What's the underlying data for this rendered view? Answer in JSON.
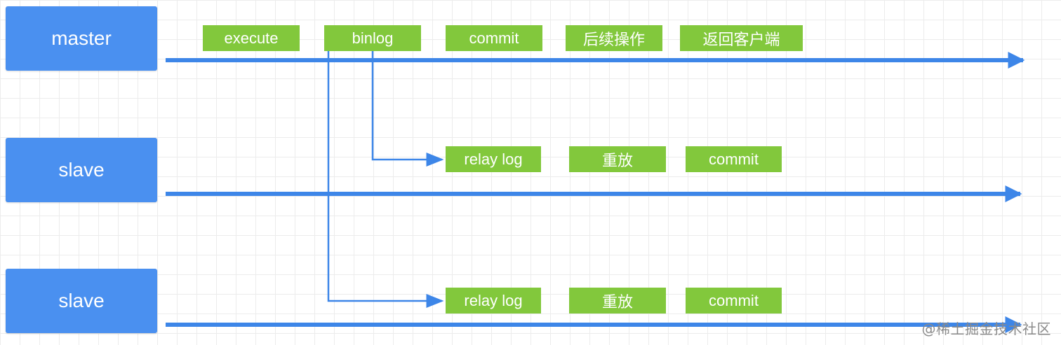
{
  "nodes": {
    "master": "master",
    "slave_1": "slave",
    "slave_2": "slave"
  },
  "master_steps": [
    "execute",
    "binlog",
    "commit",
    "后续操作",
    "返回客户端"
  ],
  "slave_1_steps": [
    "relay log",
    "重放",
    "commit"
  ],
  "slave_2_steps": [
    "relay log",
    "重放",
    "commit"
  ],
  "watermark": "@稀土掘金技术社区",
  "colors": {
    "node": "#4a90f0",
    "step": "#82c83c",
    "arrow": "#3d86e8",
    "grid": "#ececec"
  }
}
